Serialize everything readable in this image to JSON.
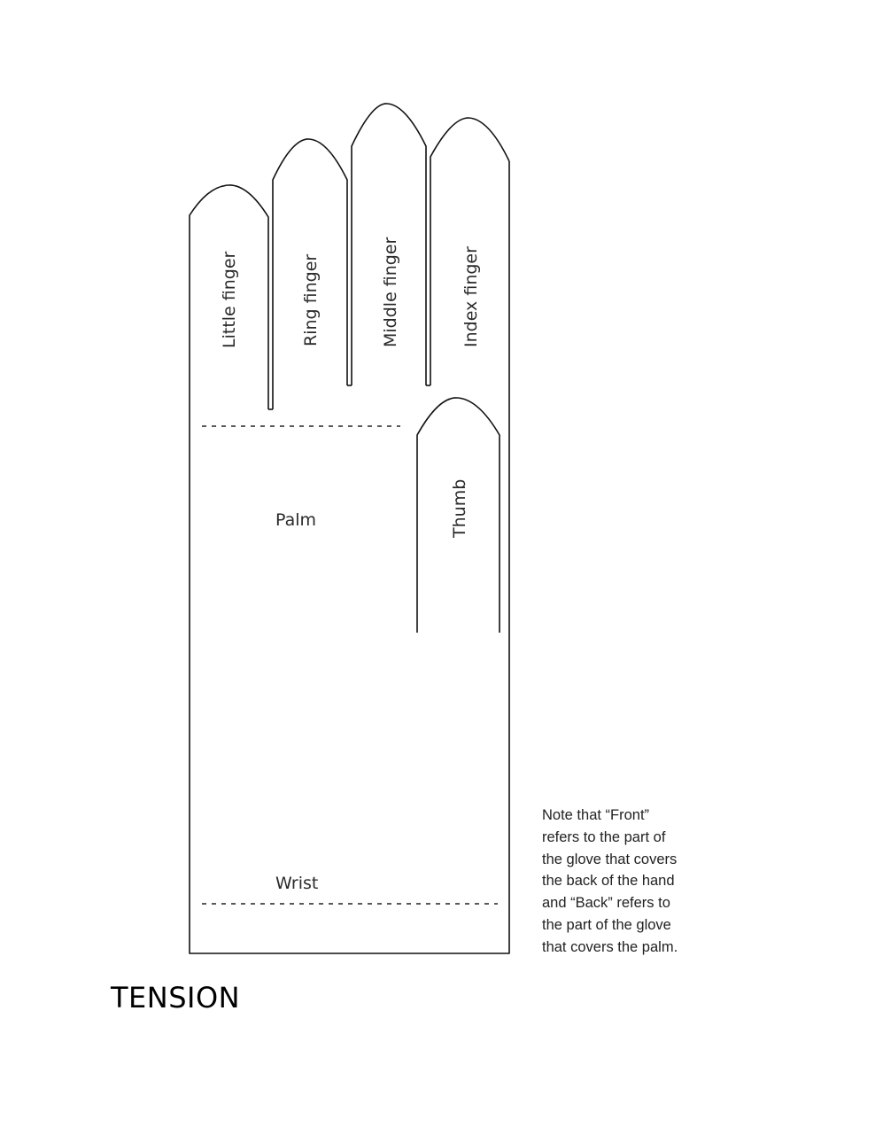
{
  "diagram": {
    "labels": {
      "little_finger": "Little finger",
      "ring_finger": "Ring finger",
      "middle_finger": "Middle finger",
      "index_finger": "Index finger",
      "thumb": "Thumb",
      "palm": "Palm",
      "wrist": "Wrist"
    }
  },
  "note": "Note that “Front”\nrefers to the part of\nthe glove that covers\nthe back of the hand\nand “Back” refers to\nthe part of the glove\nthat covers the palm.",
  "heading": "TENSION"
}
